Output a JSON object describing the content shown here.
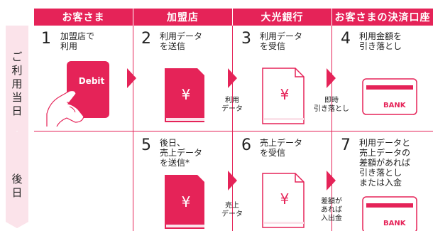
{
  "headers": [
    "お客さま",
    "加盟店",
    "大光銀行",
    "お客さまの決済口座"
  ],
  "rows": [
    {
      "label": [
        "ご",
        "利",
        "用",
        "当",
        "日"
      ]
    },
    {
      "label": [
        "後",
        "日"
      ]
    }
  ],
  "steps": [
    {
      "num": "1",
      "text": "加盟店で\n利用"
    },
    {
      "num": "2",
      "text": "利用データ\nを送信"
    },
    {
      "num": "3",
      "text": "利用データ\nを受信"
    },
    {
      "num": "4",
      "text": "利用金額を\n引き落とし"
    },
    {
      "num": "5",
      "text": "後日、\n売上データ\nを送信*"
    },
    {
      "num": "6",
      "text": "売上データ\nを受信"
    },
    {
      "num": "7",
      "text": "利用データと\n売上データの\n差額があれば\n引き落とし\nまたは入金"
    }
  ],
  "flow_labels": {
    "usage_data": "利用\nデータ",
    "immediate_debit": "即時\n引き落とし",
    "sales_data": "売上\nデータ",
    "difference": "差額が\nあれば\n入出金"
  },
  "card_text": "Debit",
  "yen": "¥",
  "bank": "BANK",
  "colors": {
    "accent": "#e52358",
    "band": "#fbe3ea"
  }
}
